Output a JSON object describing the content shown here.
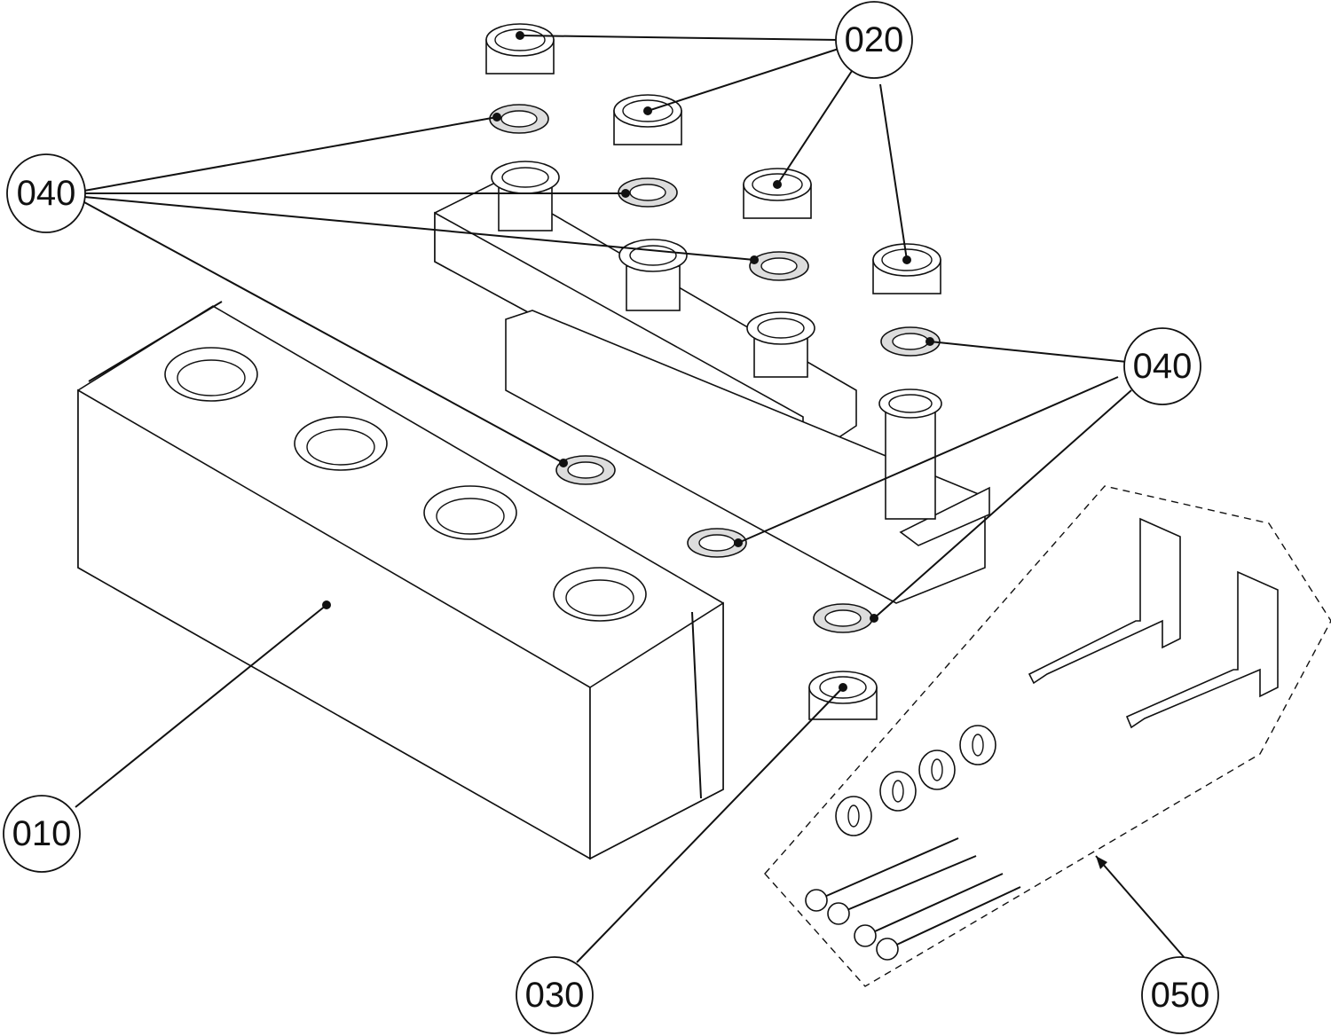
{
  "diagram": {
    "type": "exploded-parts-view",
    "labels": [
      {
        "id": "label-020",
        "text": "020",
        "part": "union nut (large)"
      },
      {
        "id": "label-040-left",
        "text": "040",
        "part": "flat gasket"
      },
      {
        "id": "label-040-right",
        "text": "040",
        "part": "flat gasket"
      },
      {
        "id": "label-010",
        "text": "010",
        "part": "insulation shell"
      },
      {
        "id": "label-030",
        "text": "030",
        "part": "union nut (small)"
      },
      {
        "id": "label-050",
        "text": "050",
        "part": "wall mounting kit"
      }
    ]
  }
}
